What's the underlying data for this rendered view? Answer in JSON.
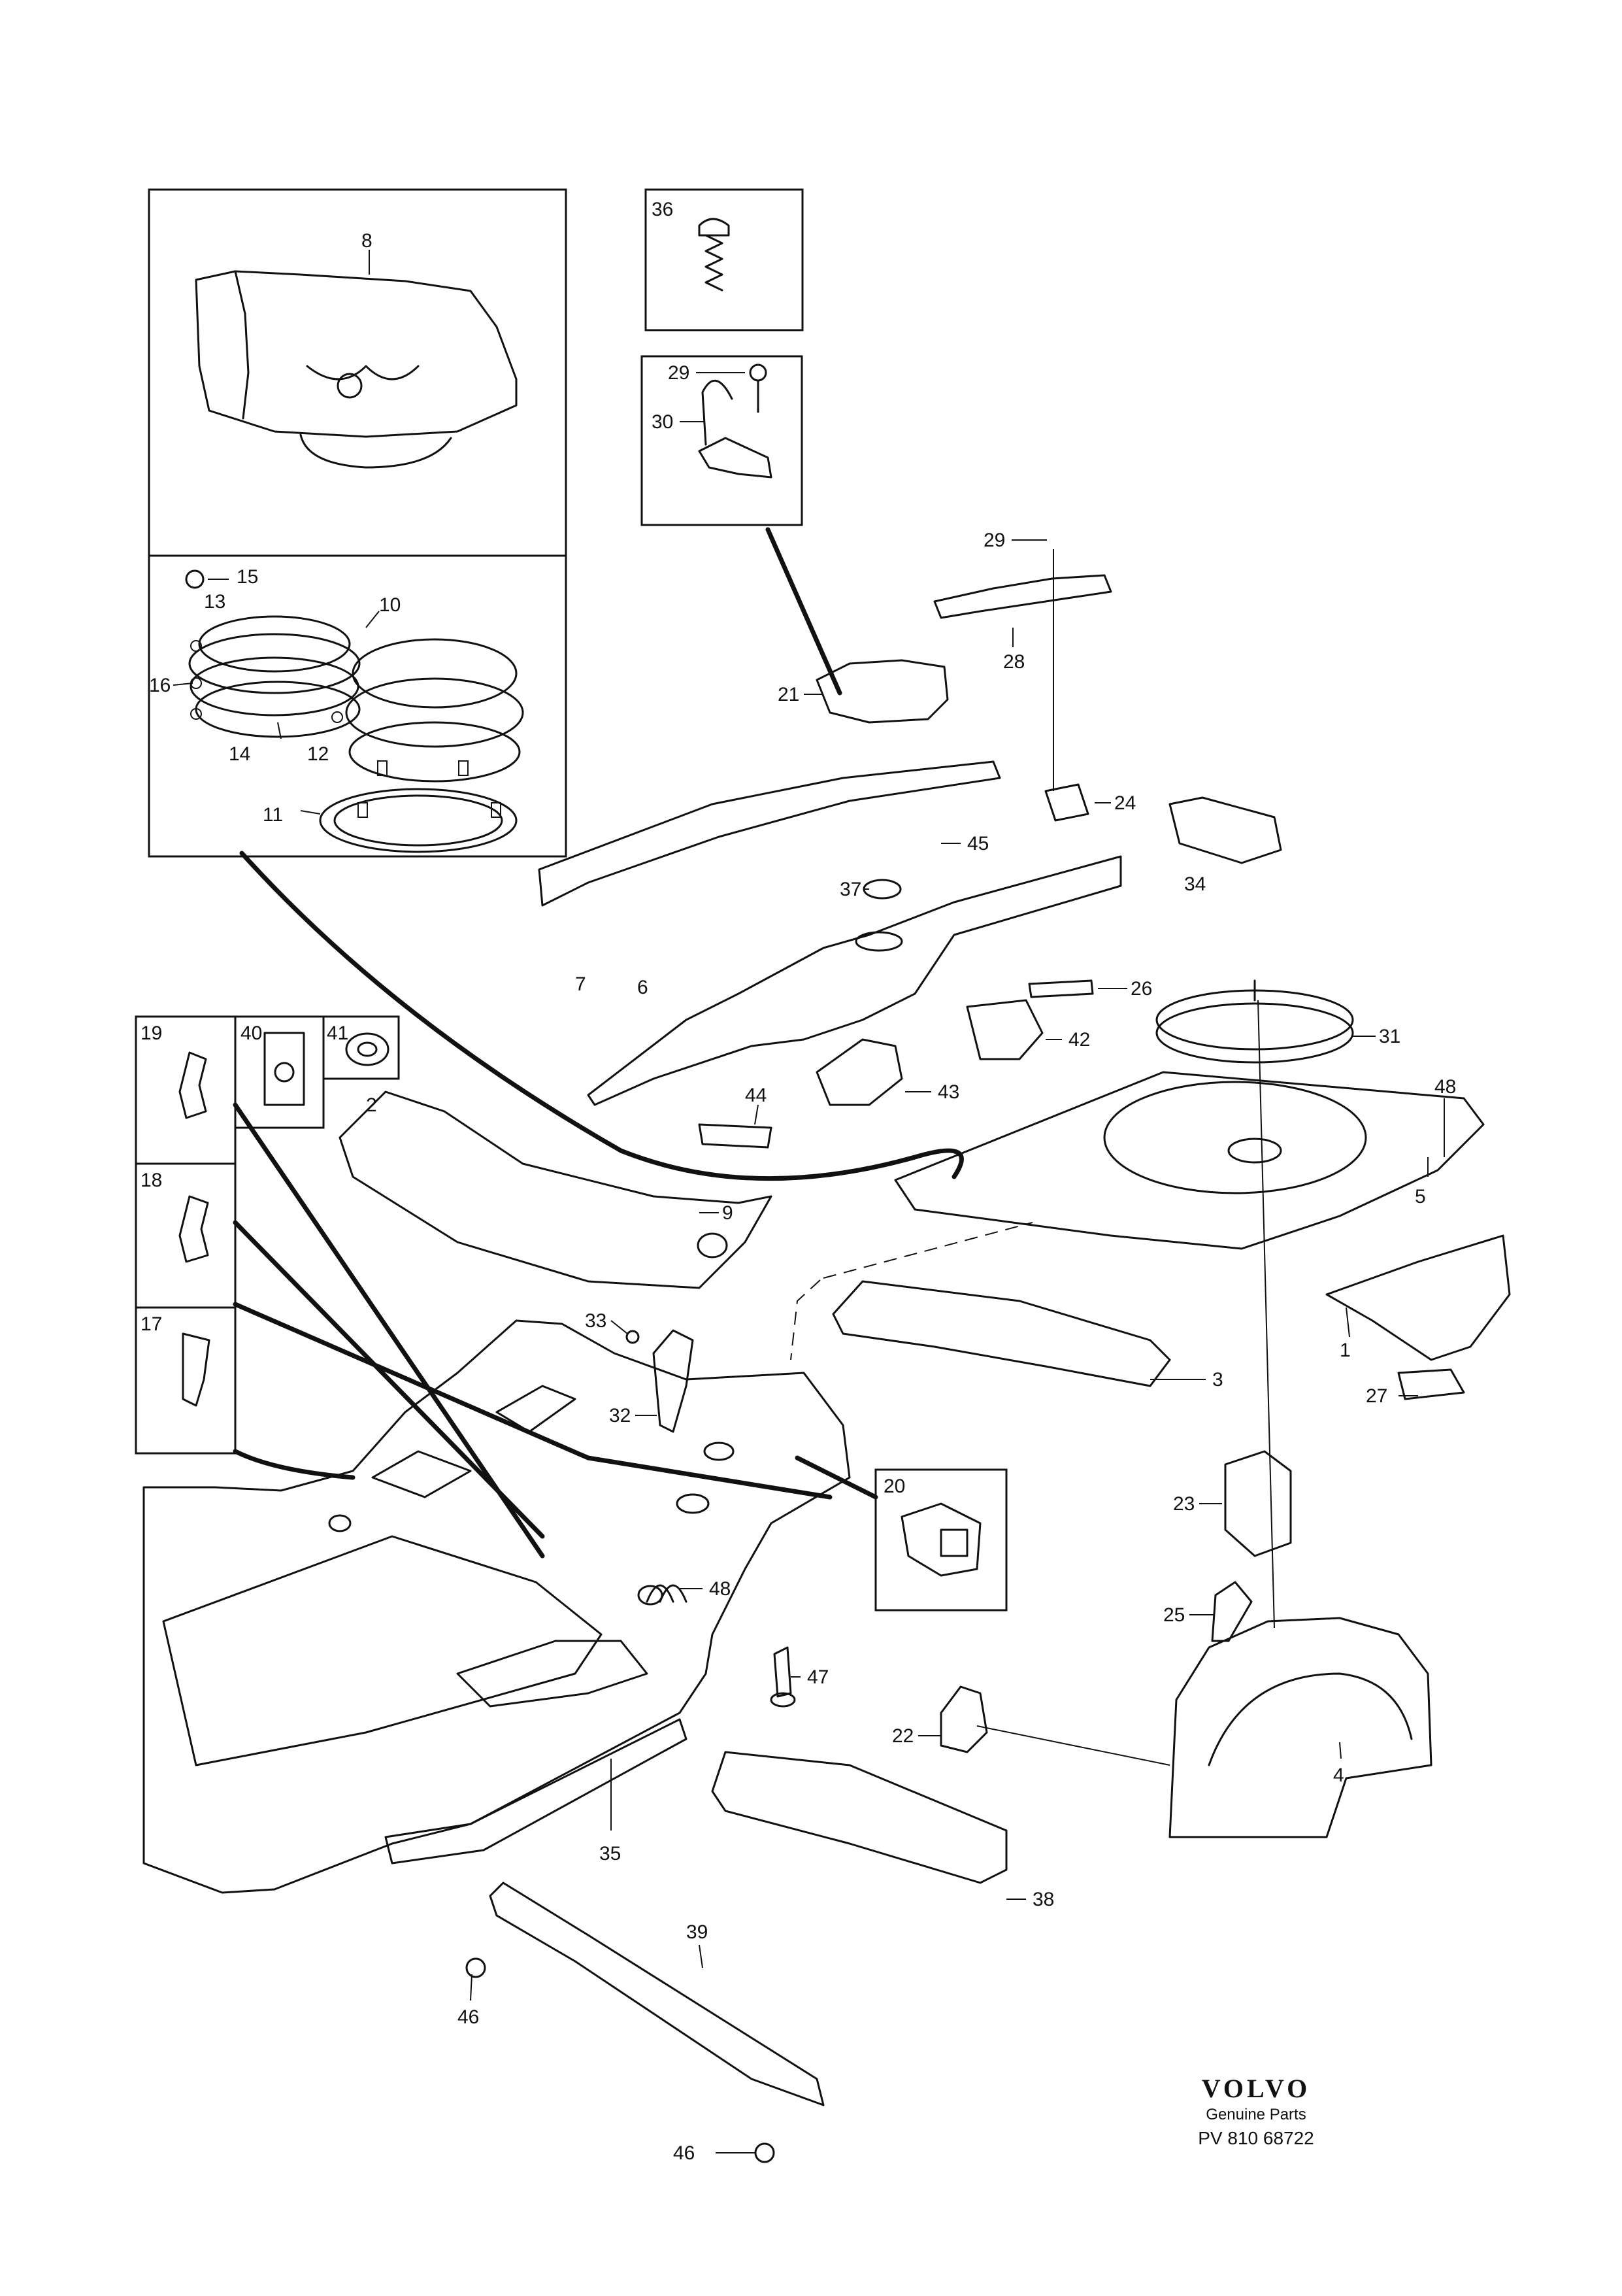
{
  "callouts": {
    "c1": "1",
    "c2": "2",
    "c3": "3",
    "c4": "4",
    "c5": "5",
    "c6": "6",
    "c7": "7",
    "c8": "8",
    "c9": "9",
    "c10": "10",
    "c11": "11",
    "c12": "12",
    "c13": "13",
    "c14": "14",
    "c15": "15",
    "c16": "16",
    "c17": "17",
    "c18": "18",
    "c19": "19",
    "c20": "20",
    "c21": "21",
    "c22": "22",
    "c23": "23",
    "c24": "24",
    "c25": "25",
    "c26": "26",
    "c27": "27",
    "c28": "28",
    "c29a": "29",
    "c29b": "29",
    "c30": "30",
    "c31": "31",
    "c32": "32",
    "c33": "33",
    "c34": "34",
    "c35": "35",
    "c36": "36",
    "c37": "37",
    "c38": "38",
    "c39": "39",
    "c40": "40",
    "c41": "41",
    "c42": "42",
    "c43": "43",
    "c44": "44",
    "c45": "45",
    "c46a": "46",
    "c46b": "46",
    "c47": "47",
    "c48a": "48",
    "c48b": "48"
  },
  "brand": {
    "logo": "VOLVO",
    "subtitle": "Genuine Parts",
    "reference": "PV 810 68722"
  }
}
